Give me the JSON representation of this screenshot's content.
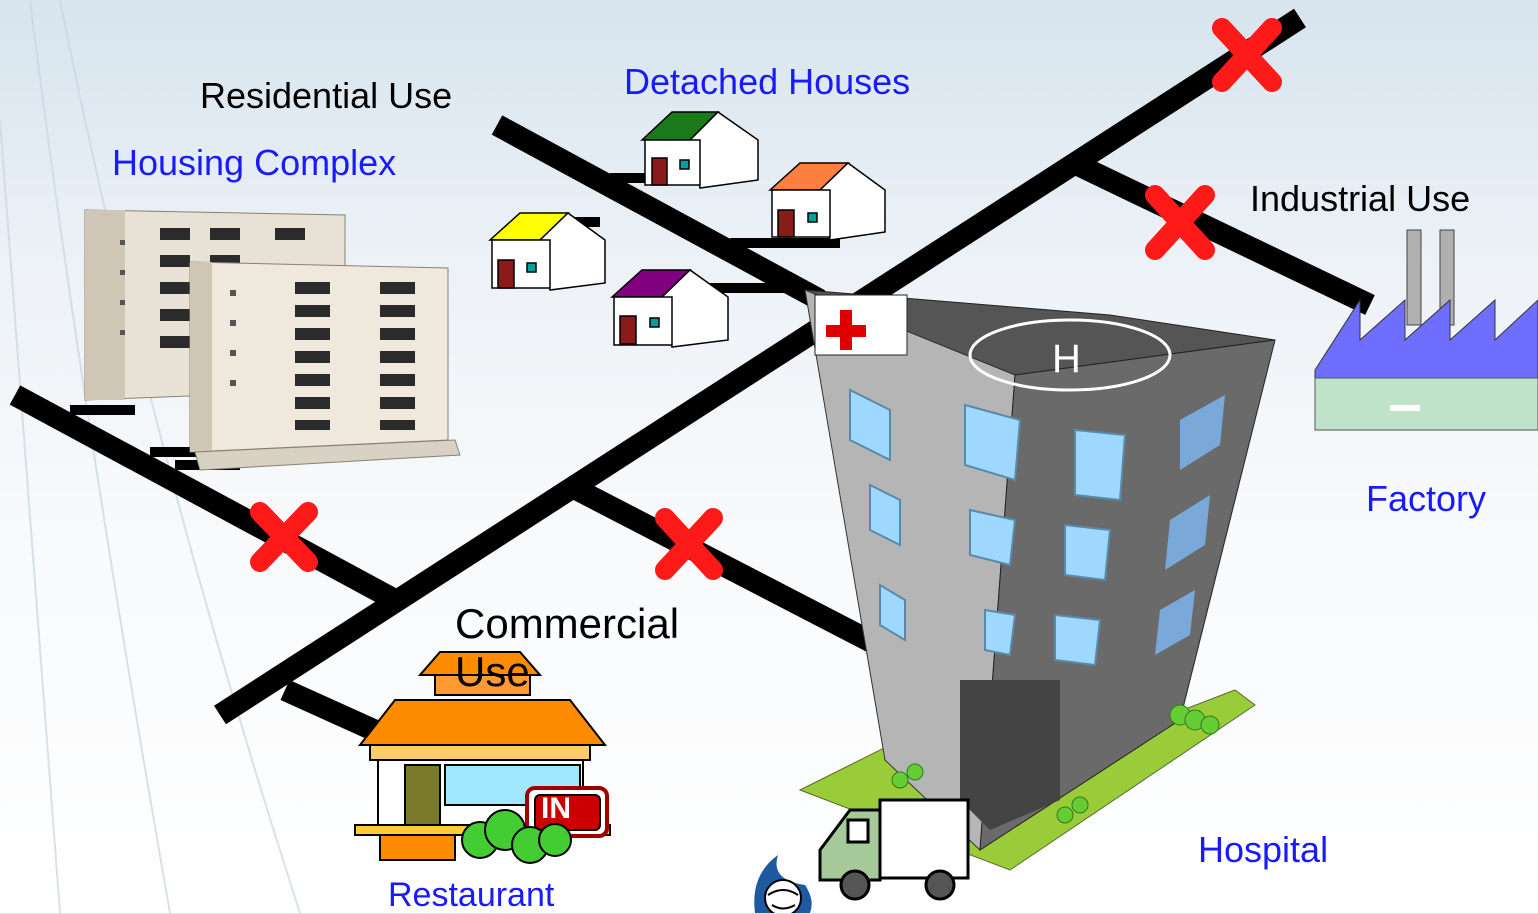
{
  "labels": {
    "residential_use": "Residential Use",
    "detached_houses": "Detached Houses",
    "housing_complex": "Housing Complex",
    "industrial_use": "Industrial Use",
    "factory": "Factory",
    "commercial_use": "Commercial Use",
    "hospital": "Hospital",
    "restaurant": "Restaurant",
    "restaurant_sign": "IN"
  },
  "colors": {
    "label_black": "#000000",
    "label_blue": "#1a1aff",
    "road": "#000000",
    "prohibited_mark": "#ff1a1a",
    "house_roof_green": "#1a7a1a",
    "house_roof_orange": "#ff7f3f",
    "house_roof_yellow": "#ffff00",
    "house_roof_purple": "#800080",
    "factory": "#6f6fff",
    "hospital_body": "#a9a9a9",
    "restaurant_roof": "#ff8c00"
  },
  "icons": [
    "prohibited-x-icon",
    "red-cross-icon",
    "helipad-icon",
    "ambulance-icon",
    "globe-icon"
  ]
}
